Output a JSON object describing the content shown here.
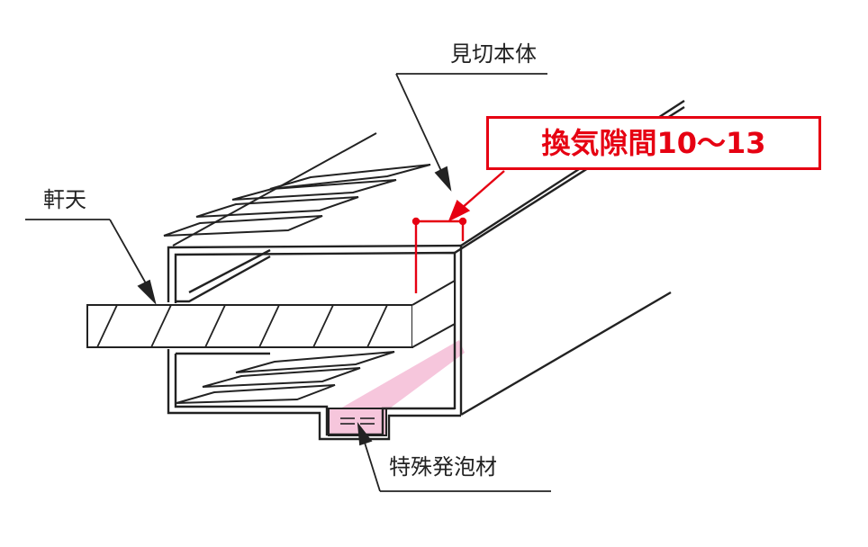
{
  "labels": {
    "mikiri_body": "見切本体",
    "noki_ten": "軒天",
    "special_foam": "特殊発泡材"
  },
  "callout": {
    "text": "換気隙間10～13"
  },
  "colors": {
    "line": "#222222",
    "accent_red": "#e60012",
    "foam_pink": "#f6c6dc",
    "background": "#ffffff"
  }
}
